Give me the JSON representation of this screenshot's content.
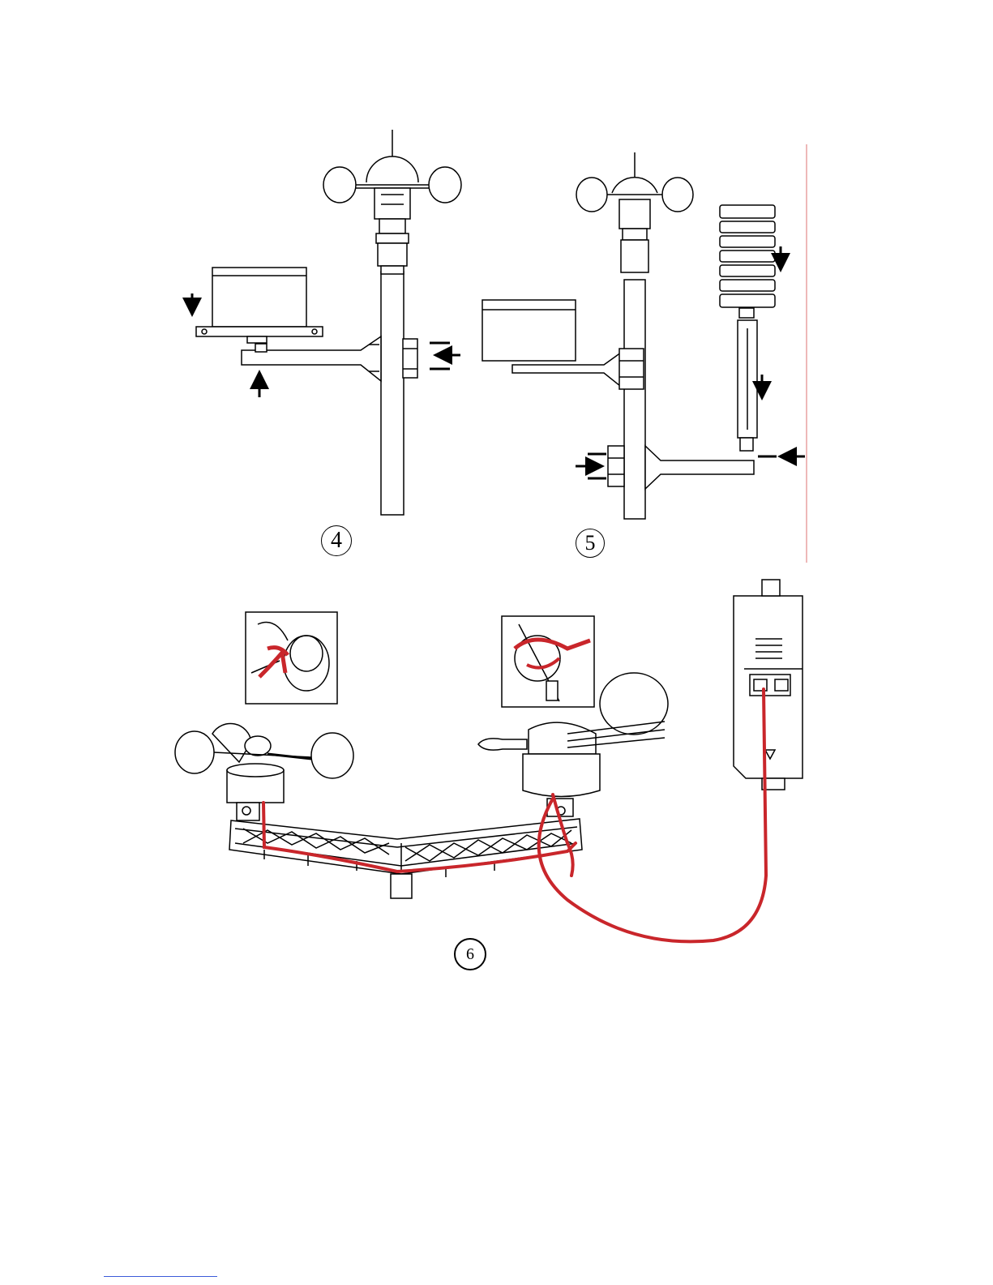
{
  "steps": [
    {
      "number": "4"
    },
    {
      "number": "5"
    },
    {
      "number": "6"
    }
  ],
  "colors": {
    "line": "#000000",
    "cable": "#c9262b",
    "page_edge": "#e8a0a0",
    "footnote_rule": "#3b5bd9"
  },
  "icons": [
    "arrow-icon",
    "screw-icon",
    "anemometer-icon",
    "wind-vane-icon",
    "radiation-shield-icon",
    "rain-gauge-icon",
    "sensor-transmitter-icon"
  ]
}
